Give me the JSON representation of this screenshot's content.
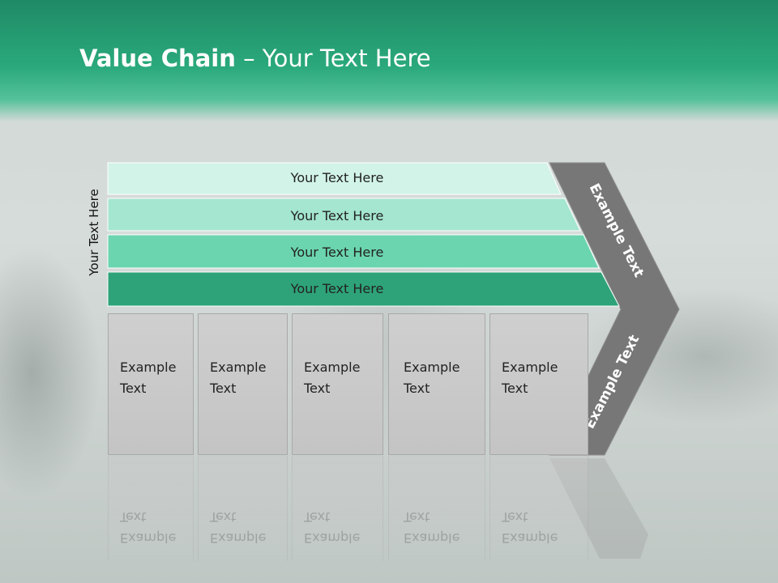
{
  "slide": {
    "title_bold": "Value Chain",
    "title_rest": " – Your Text Here",
    "vertical_label": "Your Text Here"
  },
  "bars": [
    {
      "label": "Your Text Here",
      "color": "#d2f3e7"
    },
    {
      "label": "Your Text Here",
      "color": "#a4e6cf"
    },
    {
      "label": "Your Text Here",
      "color": "#6bd5b0"
    },
    {
      "label": "Your Text Here",
      "color": "#2ea379"
    }
  ],
  "boxes": [
    {
      "line1": "Example",
      "line2": "Text"
    },
    {
      "line1": "Example",
      "line2": "Text"
    },
    {
      "line1": "Example",
      "line2": "Text"
    },
    {
      "line1": "Example",
      "line2": "Text"
    },
    {
      "line1": "Example",
      "line2": "Text"
    }
  ],
  "arrow": {
    "upper_label": "Example Text",
    "lower_label": "Example Text",
    "color": "#777777"
  }
}
